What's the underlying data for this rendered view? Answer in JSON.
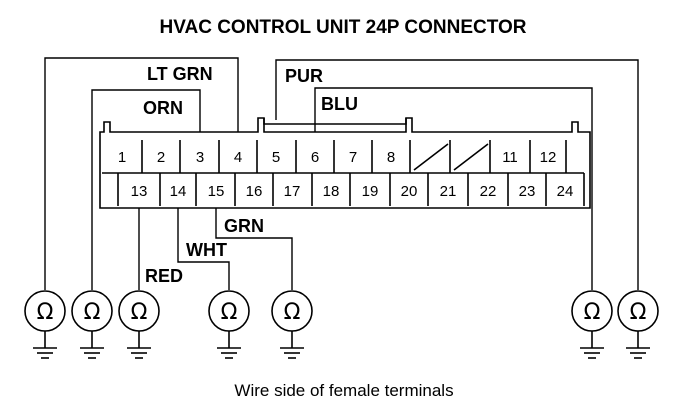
{
  "title": "HVAC CONTROL UNIT 24P CONNECTOR",
  "caption": "Wire side of female terminals",
  "wire_labels": {
    "lt_grn": "LT GRN",
    "orn": "ORN",
    "pur": "PUR",
    "blu": "BLU",
    "grn": "GRN",
    "wht": "WHT",
    "red": "RED"
  },
  "pins_top": [
    "1",
    "2",
    "3",
    "4",
    "5",
    "6",
    "7",
    "8",
    "11",
    "12"
  ],
  "pins_bottom": [
    "13",
    "14",
    "15",
    "16",
    "17",
    "18",
    "19",
    "20",
    "21",
    "22",
    "23",
    "24"
  ],
  "ohmmeter_symbol": "Ω",
  "ohmmeter_count": 7
}
